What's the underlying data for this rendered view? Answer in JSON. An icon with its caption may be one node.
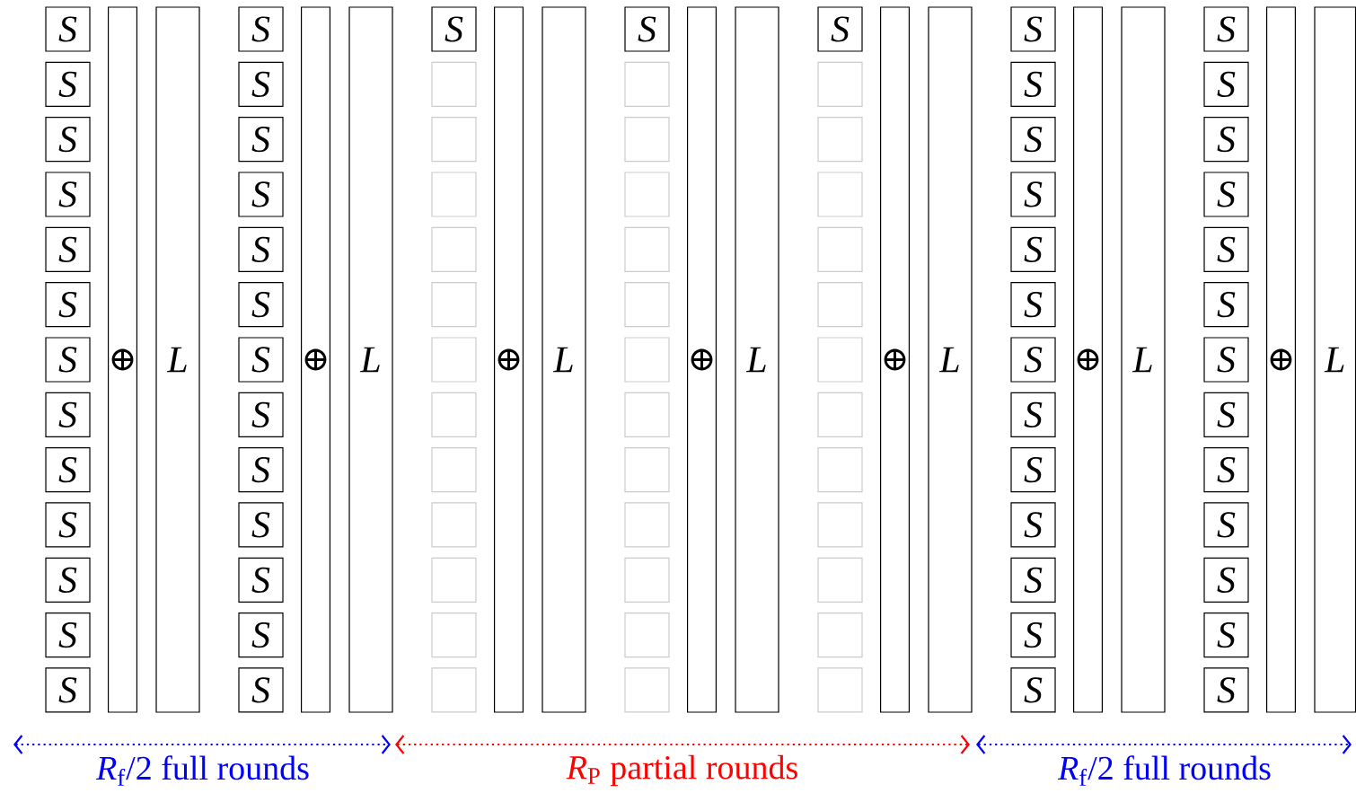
{
  "diagram": {
    "nodes": [
      {
        "text": [
          "S"
        ]
      },
      {
        "text": [
          "S"
        ]
      },
      {
        "text": [
          "S"
        ]
      },
      {
        "text": [
          "S"
        ]
      },
      {
        "text": [
          "S"
        ]
      },
      {
        "text": [
          "S"
        ]
      },
      {
        "text": [
          "S"
        ]
      },
      {
        "text": [
          "S"
        ]
      },
      {
        "text": [
          "S"
        ]
      },
      {
        "text": [
          "S"
        ]
      },
      {
        "text": [
          "S"
        ]
      },
      {
        "text": [
          "S"
        ]
      },
      {
        "text": [
          "S"
        ]
      },
      {
        "text": [
          "⊕"
        ]
      },
      {
        "text": [
          "L"
        ]
      },
      {
        "text": [
          "S"
        ]
      },
      {
        "text": [
          "S"
        ]
      },
      {
        "text": [
          "S"
        ]
      },
      {
        "text": [
          "S"
        ]
      },
      {
        "text": [
          "S"
        ]
      },
      {
        "text": [
          "S"
        ]
      },
      {
        "text": [
          "S"
        ]
      },
      {
        "text": [
          "S"
        ]
      },
      {
        "text": [
          "S"
        ]
      },
      {
        "text": [
          "S"
        ]
      },
      {
        "text": [
          "S"
        ]
      },
      {
        "text": [
          "S"
        ]
      },
      {
        "text": [
          "S"
        ]
      },
      {
        "text": [
          "⊕"
        ]
      },
      {
        "text": [
          "L"
        ]
      },
      {
        "text": [
          "S"
        ]
      },
      {
        "text": [],
        "shape": "box"
      },
      {
        "text": [],
        "shape": "box"
      },
      {
        "text": [],
        "shape": "box"
      },
      {
        "text": [],
        "shape": "box"
      },
      {
        "text": [],
        "shape": "box"
      },
      {
        "text": [],
        "shape": "box"
      },
      {
        "text": [],
        "shape": "box"
      },
      {
        "text": [],
        "shape": "box"
      },
      {
        "text": [],
        "shape": "box"
      },
      {
        "text": [],
        "shape": "box"
      },
      {
        "text": [],
        "shape": "box"
      },
      {
        "text": [],
        "shape": "box"
      },
      {
        "text": [
          "⊕"
        ]
      },
      {
        "text": [
          "L"
        ]
      },
      {
        "text": [
          "S"
        ]
      },
      {
        "text": [],
        "shape": "box"
      },
      {
        "text": [],
        "shape": "box"
      },
      {
        "text": [],
        "shape": "box"
      },
      {
        "text": [],
        "shape": "box"
      },
      {
        "text": [],
        "shape": "box"
      },
      {
        "text": [],
        "shape": "box"
      },
      {
        "text": [],
        "shape": "box"
      },
      {
        "text": [],
        "shape": "box"
      },
      {
        "text": [],
        "shape": "box"
      },
      {
        "text": [],
        "shape": "box"
      },
      {
        "text": [],
        "shape": "box"
      },
      {
        "text": [],
        "shape": "box"
      },
      {
        "text": [
          "⊕"
        ]
      },
      {
        "text": [
          "L"
        ]
      },
      {
        "text": [
          "S"
        ]
      },
      {
        "text": [],
        "shape": "box"
      },
      {
        "text": [],
        "shape": "box"
      },
      {
        "text": [],
        "shape": "box"
      },
      {
        "text": [],
        "shape": "box"
      },
      {
        "text": [],
        "shape": "box"
      },
      {
        "text": [],
        "shape": "box"
      },
      {
        "text": [],
        "shape": "box"
      },
      {
        "text": [],
        "shape": "box"
      },
      {
        "text": [],
        "shape": "box"
      },
      {
        "text": [],
        "shape": "box"
      },
      {
        "text": [],
        "shape": "box"
      },
      {
        "text": [],
        "shape": "box"
      },
      {
        "text": [
          "⊕"
        ]
      },
      {
        "text": [
          "L"
        ]
      },
      {
        "text": [
          "S"
        ]
      },
      {
        "text": [
          "S"
        ]
      },
      {
        "text": [
          "S"
        ]
      },
      {
        "text": [
          "S"
        ]
      },
      {
        "text": [
          "S"
        ]
      },
      {
        "text": [
          "S"
        ]
      },
      {
        "text": [
          "S"
        ]
      },
      {
        "text": [
          "S"
        ]
      },
      {
        "text": [
          "S"
        ]
      },
      {
        "text": [
          "S"
        ]
      },
      {
        "text": [
          "S"
        ]
      },
      {
        "text": [
          "S"
        ]
      },
      {
        "text": [
          "S"
        ]
      },
      {
        "text": [
          "⊕"
        ]
      },
      {
        "text": [
          "L"
        ]
      },
      {
        "text": [
          "S"
        ]
      },
      {
        "text": [
          "S"
        ]
      },
      {
        "text": [
          "S"
        ]
      },
      {
        "text": [
          "S"
        ]
      },
      {
        "text": [
          "S"
        ]
      },
      {
        "text": [
          "S"
        ]
      },
      {
        "text": [
          "S"
        ]
      },
      {
        "text": [
          "S"
        ]
      },
      {
        "text": [
          "S"
        ]
      },
      {
        "text": [
          "S"
        ]
      },
      {
        "text": [
          "S"
        ]
      },
      {
        "text": [
          "S"
        ]
      },
      {
        "text": [
          "S"
        ]
      },
      {
        "text": [
          "⊕"
        ]
      },
      {
        "text": [
          "L"
        ]
      }
    ],
    "labels": [
      "*R*$_{f}$/2 full rounds",
      "*R*$_{P}$ partial rounds",
      "*R*$_{f}$/2 full rounds"
    ]
  }
}
